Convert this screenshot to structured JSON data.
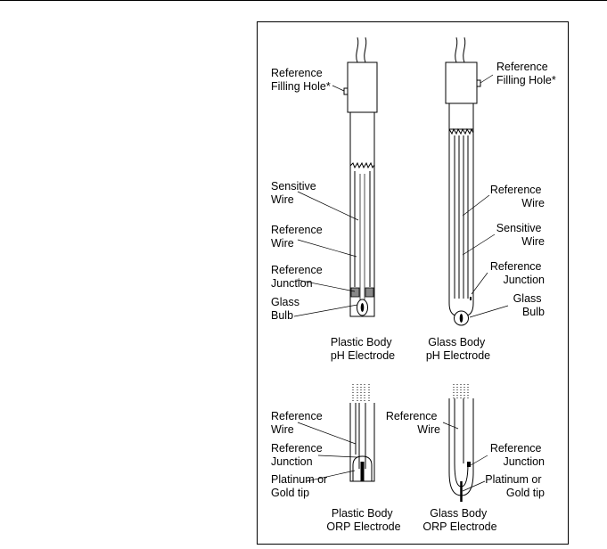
{
  "labels": {
    "ref_fill_hole_a": [
      "Reference",
      "Filling Hole*"
    ],
    "ref_fill_hole_b": [
      "Reference",
      "Filling Hole*"
    ],
    "sensitive_wire_a": [
      "Sensitive",
      "Wire"
    ],
    "reference_wire_a": [
      "Reference",
      "Wire"
    ],
    "reference_junction_a": [
      "Reference",
      "Junction"
    ],
    "glass_bulb_a": [
      "Glass",
      "Bulb"
    ],
    "reference_wire_b": [
      "Reference",
      "Wire"
    ],
    "sensitive_wire_b": [
      "Sensitive",
      "Wire"
    ],
    "reference_junction_b": [
      "Reference",
      "Junction"
    ],
    "glass_bulb_b": [
      "Glass",
      "Bulb"
    ],
    "orp_reference_wire_a": [
      "Reference",
      "Wire"
    ],
    "orp_reference_junction_a": [
      "Reference",
      "Junction"
    ],
    "orp_tip_a": [
      "Platinum or",
      "Gold tip"
    ],
    "orp_reference_wire_b": [
      "Reference",
      "Wire"
    ],
    "orp_reference_junction_b": [
      "Reference",
      "Junction"
    ],
    "orp_tip_b": [
      "Platinum or",
      "Gold tip"
    ]
  },
  "captions": {
    "plastic_ph": [
      "Plastic Body",
      "pH Electrode"
    ],
    "glass_ph": [
      "Glass Body",
      "pH Electrode"
    ],
    "plastic_orp": [
      "Plastic Body",
      "ORP Electrode"
    ],
    "glass_orp": [
      "Glass Body",
      "ORP Electrode"
    ]
  }
}
